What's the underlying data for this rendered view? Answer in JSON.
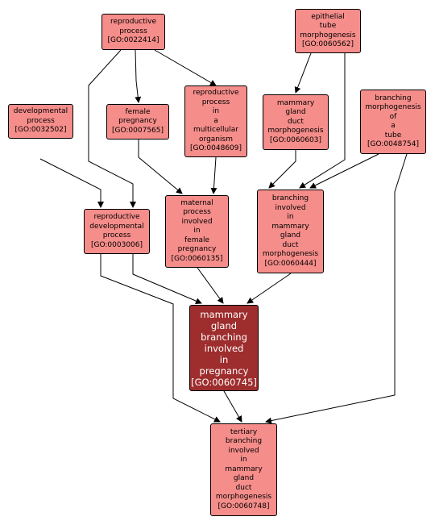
{
  "colors": {
    "node_fill": "#f58d8a",
    "focus_fill": "#9e2d2d",
    "node_text": "#000000",
    "focus_text": "#ffffff",
    "edge": "#000000"
  },
  "nodes": {
    "n0022414": {
      "lines": [
        "reproductive",
        "process",
        "[GO:0022414]"
      ]
    },
    "n0060562": {
      "lines": [
        "epithelial",
        "tube",
        "morphogenesis",
        "[GO:0060562]"
      ]
    },
    "n0032502": {
      "lines": [
        "developmental",
        "process",
        "[GO:0032502]"
      ]
    },
    "n0007565": {
      "lines": [
        "female",
        "pregnancy",
        "[GO:0007565]"
      ]
    },
    "n0048609": {
      "lines": [
        "reproductive",
        "process",
        "in",
        "a",
        "multicellular",
        "organism",
        "[GO:0048609]"
      ]
    },
    "n0060603": {
      "lines": [
        "mammary",
        "gland",
        "duct",
        "morphogenesis",
        "[GO:0060603]"
      ]
    },
    "n0048754": {
      "lines": [
        "branching",
        "morphogenesis",
        "of",
        "a",
        "tube",
        "[GO:0048754]"
      ]
    },
    "n0003006": {
      "lines": [
        "reproductive",
        "developmental",
        "process",
        "[GO:0003006]"
      ]
    },
    "n0060135": {
      "lines": [
        "maternal",
        "process",
        "involved",
        "in",
        "female",
        "pregnancy",
        "[GO:0060135]"
      ]
    },
    "n0060444": {
      "lines": [
        "branching",
        "involved",
        "in",
        "mammary",
        "gland",
        "duct",
        "morphogenesis",
        "[GO:0060444]"
      ]
    },
    "n0060745": {
      "lines": [
        "mammary",
        "gland",
        "branching",
        "involved",
        "in",
        "pregnancy",
        "[GO:0060745]"
      ]
    },
    "n0060748": {
      "lines": [
        "tertiary",
        "branching",
        "involved",
        "in",
        "mammary",
        "gland",
        "duct",
        "morphogenesis",
        "[GO:0060748]"
      ]
    }
  },
  "edges": [
    [
      "n0022414",
      "n0007565"
    ],
    [
      "n0022414",
      "n0048609"
    ],
    [
      "n0022414",
      "n0003006"
    ],
    [
      "n0060562",
      "n0060603"
    ],
    [
      "n0060562",
      "n0060444"
    ],
    [
      "n0032502",
      "n0003006"
    ],
    [
      "n0007565",
      "n0060135"
    ],
    [
      "n0048609",
      "n0060135"
    ],
    [
      "n0060603",
      "n0060444"
    ],
    [
      "n0048754",
      "n0060444"
    ],
    [
      "n0048754",
      "n0060748"
    ],
    [
      "n0003006",
      "n0060745"
    ],
    [
      "n0003006",
      "n0060748"
    ],
    [
      "n0060135",
      "n0060745"
    ],
    [
      "n0060444",
      "n0060745"
    ],
    [
      "n0060745",
      "n0060748"
    ]
  ]
}
